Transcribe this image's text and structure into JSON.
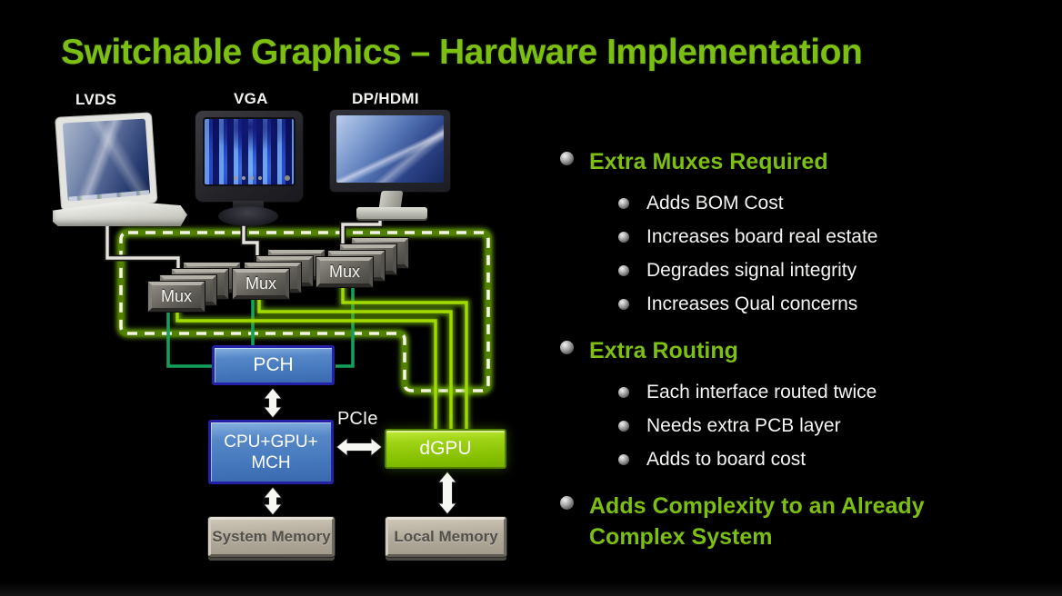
{
  "slide": {
    "title": "Switchable Graphics – Hardware Implementation"
  },
  "displays": [
    {
      "label": "LVDS"
    },
    {
      "label": "VGA"
    },
    {
      "label": "DP/HDMI"
    }
  ],
  "diagram": {
    "mux_label": "Mux",
    "pch_label": "PCH",
    "cpu_line1": "CPU+GPU+",
    "cpu_line2": "MCH",
    "pcie_label": "PCIe",
    "dgpu_label": "dGPU",
    "system_memory_label": "System Memory",
    "local_memory_label": "Local Memory"
  },
  "panel": {
    "sections": [
      {
        "title": "Extra Muxes Required",
        "items": [
          "Adds BOM Cost",
          "Increases board real estate",
          "Degrades signal integrity",
          "Increases Qual concerns"
        ]
      },
      {
        "title": "Extra Routing",
        "items": [
          "Each interface routed twice",
          "Needs extra PCB layer",
          "Adds to board cost"
        ]
      },
      {
        "title": "Adds Complexity to an Already Complex System",
        "items": []
      }
    ]
  },
  "colors": {
    "nvidia_green": "#7CBE12",
    "bright_line_green": "#A2DA00",
    "teal_line_green": "#12A05C",
    "dash_white": "#F4F3E6",
    "box_blue": "#4476BC",
    "box_blue_border": "#2521A6",
    "dgpu_green": "#8DC504",
    "memory_gray": "#B3AC9D",
    "background": "#000000"
  }
}
